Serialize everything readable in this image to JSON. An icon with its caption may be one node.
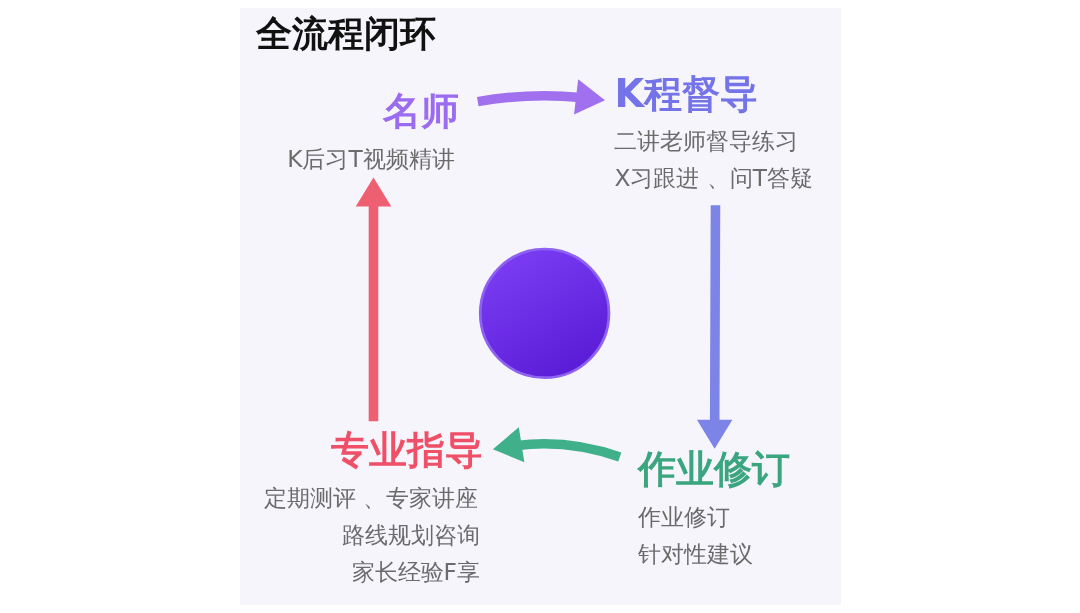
{
  "diagram": {
    "title": "全流程闭环",
    "nodes": [
      {
        "text": [
          "名师",
          "K后习T视频精讲"
        ]
      },
      {
        "text": [
          "K程督导",
          "二讲老师督导练习",
          "X习跟进 、问T答疑"
        ]
      },
      {
        "text": [],
        "shape": "picture"
      },
      {
        "text": [
          "专业指导",
          "定期测评 、专家讲座",
          "路线规划咨询",
          "家长经验F享"
        ]
      },
      {
        "text": [
          "作业修订",
          "作业修订",
          "针对性建议"
        ]
      }
    ],
    "edges": [
      {
        "from": 0,
        "to": 1,
        "arrow": "to",
        "color": "#a070ee"
      },
      {
        "from": 1,
        "to": 4,
        "arrow": "to",
        "color": "#7d84e8"
      },
      {
        "from": 4,
        "to": 3,
        "arrow": "to",
        "color": "#3fb08a"
      },
      {
        "from": 3,
        "to": 0,
        "arrow": "to",
        "color": "#ef5f72"
      }
    ]
  }
}
